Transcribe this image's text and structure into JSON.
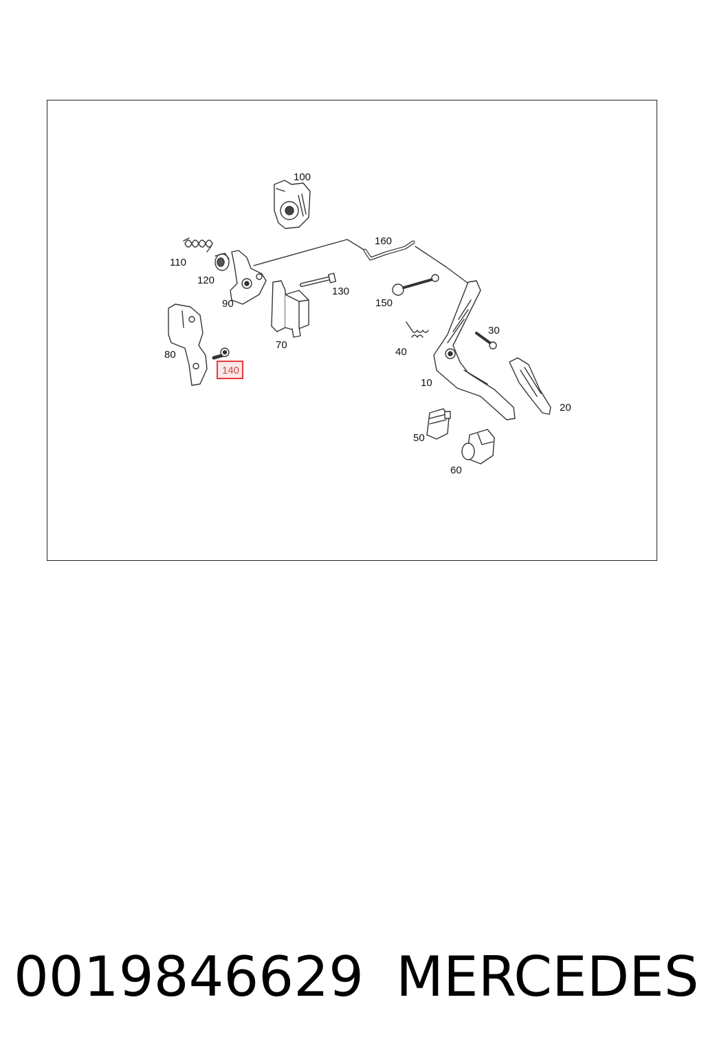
{
  "diagram": {
    "callouts": [
      {
        "id": "10",
        "label": "10"
      },
      {
        "id": "20",
        "label": "20"
      },
      {
        "id": "30",
        "label": "30"
      },
      {
        "id": "40",
        "label": "40"
      },
      {
        "id": "50",
        "label": "50"
      },
      {
        "id": "60",
        "label": "60"
      },
      {
        "id": "70",
        "label": "70"
      },
      {
        "id": "80",
        "label": "80"
      },
      {
        "id": "90",
        "label": "90"
      },
      {
        "id": "100",
        "label": "100"
      },
      {
        "id": "110",
        "label": "110"
      },
      {
        "id": "120",
        "label": "120"
      },
      {
        "id": "130",
        "label": "130"
      },
      {
        "id": "140",
        "label": "140",
        "highlighted": true
      },
      {
        "id": "150",
        "label": "150"
      },
      {
        "id": "160",
        "label": "160"
      }
    ],
    "highlight_color": "#e53935"
  },
  "footer": {
    "part_number": "0019846629",
    "brand": "MERCEDES"
  }
}
